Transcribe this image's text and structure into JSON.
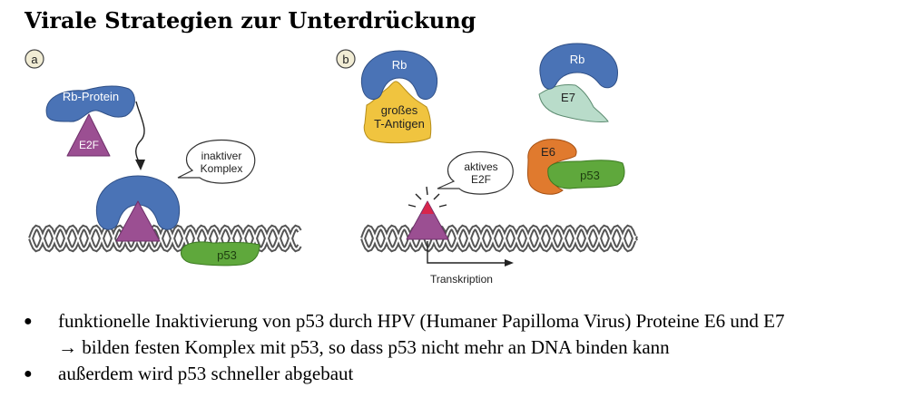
{
  "title": "Virale Strategien zur Unterdrückung",
  "panel_a": {
    "marker": "a",
    "rb_protein": "Rb-Protein",
    "e2f": "E2F",
    "bubble": [
      "inaktiver",
      "Komplex"
    ],
    "p53": "p53"
  },
  "panel_b": {
    "marker": "b",
    "rb_1": "Rb",
    "antigen": [
      "großes",
      "T-Antigen"
    ],
    "rb_2": "Rb",
    "e7": "E7",
    "e6": "E6",
    "p53": "p53",
    "bubble": [
      "aktives",
      "E2F"
    ],
    "transcription": "Transkription"
  },
  "colors": {
    "rb_blue": "#4a73b6",
    "e2f_purple": "#9b4f92",
    "p53_green": "#5fa83c",
    "antigen_yellow": "#f0c43f",
    "e7_mint": "#b9dcca",
    "e6_orange": "#e07a2e",
    "active_red": "#d8254c"
  },
  "bullets": [
    {
      "lines": [
        "funktionelle Inaktivierung von p53 durch HPV (Humaner Papilloma Virus) Proteine E6 und E7",
        "→ bilden festen Komplex mit p53, so dass p53 nicht mehr an DNA binden kann"
      ]
    },
    {
      "lines": [
        "außerdem wird p53 schneller abgebaut"
      ]
    }
  ]
}
